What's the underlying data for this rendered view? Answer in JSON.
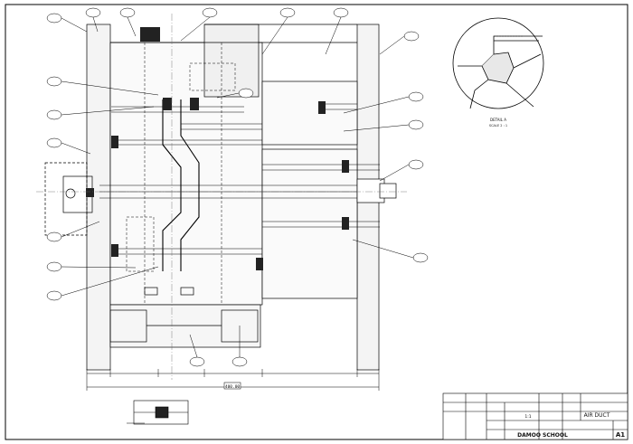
{
  "drawing": {
    "detail_view_label": "DETAIL A",
    "detail_view_scale": "SCALE 2 : 1",
    "bottom_dimension": "400.00",
    "title_block": {
      "title": "AIR DUCT",
      "school": "DAMOO SCHOOL",
      "sheet_size": "A1",
      "scale": "1:1"
    }
  }
}
